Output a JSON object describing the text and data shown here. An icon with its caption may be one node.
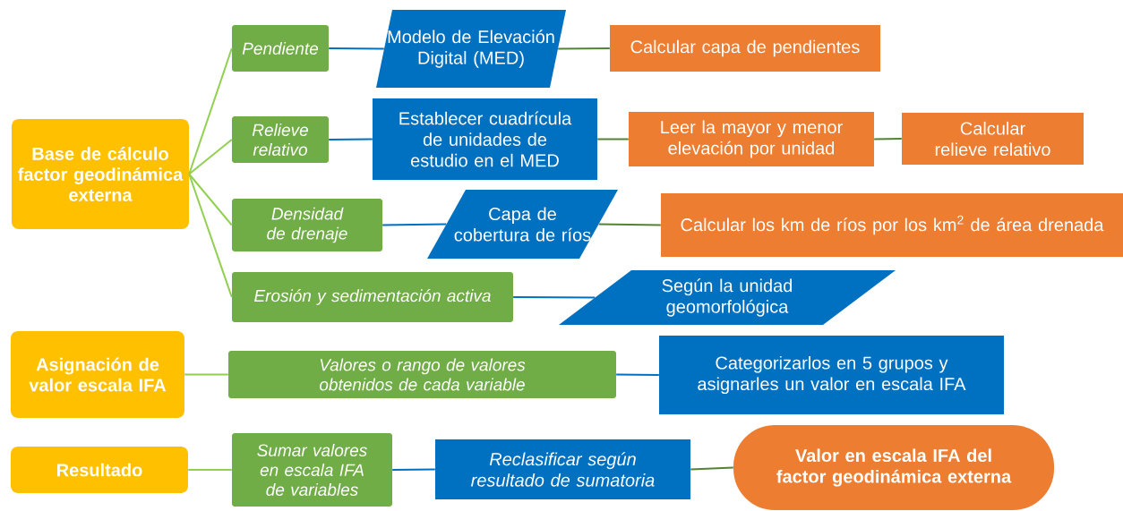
{
  "diagram": {
    "nodes": [
      {
        "text": [
          "Base de cálculo factor geodinámica externa"
        ]
      },
      {
        "text": [
          "Pendiente"
        ]
      },
      {
        "text": [
          "Modelo de Elevación Digital (MED)"
        ]
      },
      {
        "text": [
          "Calcular capa de pendientes"
        ]
      },
      {
        "text": [
          "Relieve relativo"
        ]
      },
      {
        "text": [
          "Establecer cuadrícula de unidades de estudio en el MED"
        ]
      },
      {
        "text": [
          "Leer la mayor y menor elevación por unidad"
        ]
      },
      {
        "text": [
          "Calcular relieve relativo"
        ]
      },
      {
        "text": [
          "Densidad de drenaje"
        ]
      },
      {
        "text": [
          "Capa de cobertura de ríos"
        ]
      },
      {
        "text": [
          "Calcular los km de ríos por los km$^{2}$ de área drenada"
        ]
      },
      {
        "text": [
          "Erosión y sedimentación activa"
        ]
      },
      {
        "text": [
          "Según la unidad geomorfológica"
        ]
      },
      {
        "text": [
          "Asignación de valor escala IFA"
        ]
      },
      {
        "text": [
          "Valores o rango de valores obtenidos de cada variable"
        ]
      },
      {
        "text": [
          "Categorizarlos en 5 grupos y asignarles un valor en escala IFA"
        ]
      },
      {
        "text": [
          "Resultado"
        ]
      },
      {
        "text": [
          "Sumar valores en escala IFA de variables"
        ]
      },
      {
        "text": [
          "Reclasificar según resultado de sumatoria"
        ]
      },
      {
        "text": [
          "Valor en escala IFA del factor geodinámica externa"
        ]
      }
    ],
    "edges": [
      {
        "from": 0,
        "to": 1,
        "arrow": "none"
      },
      {
        "from": 0,
        "to": 4,
        "arrow": "none"
      },
      {
        "from": 0,
        "to": 8,
        "arrow": "none"
      },
      {
        "from": 0,
        "to": 11,
        "arrow": "none"
      },
      {
        "from": 1,
        "to": 2,
        "arrow": "none",
        "color": "#0070c0"
      },
      {
        "from": 2,
        "to": 3,
        "arrow": "none",
        "color": "#548235"
      },
      {
        "from": 4,
        "to": 5,
        "arrow": "none",
        "color": "#0070c0"
      },
      {
        "from": 5,
        "to": 6,
        "arrow": "none",
        "color": "#548235"
      },
      {
        "from": 6,
        "to": 7,
        "arrow": "none",
        "color": "#548235"
      },
      {
        "from": 8,
        "to": 9,
        "arrow": "none",
        "color": "#0070c0"
      },
      {
        "from": 9,
        "to": 10,
        "arrow": "none",
        "color": "#548235"
      },
      {
        "from": 11,
        "to": 12,
        "arrow": "none",
        "color": "#0070c0"
      },
      {
        "from": 13,
        "to": 14,
        "arrow": "none"
      },
      {
        "from": 14,
        "to": 15,
        "arrow": "none",
        "color": "#0070c0"
      },
      {
        "from": 16,
        "to": 17,
        "arrow": "none"
      },
      {
        "from": 17,
        "to": 18,
        "arrow": "none",
        "color": "#0070c0"
      },
      {
        "from": 18,
        "to": 19,
        "arrow": "none",
        "color": "#548235"
      }
    ]
  }
}
